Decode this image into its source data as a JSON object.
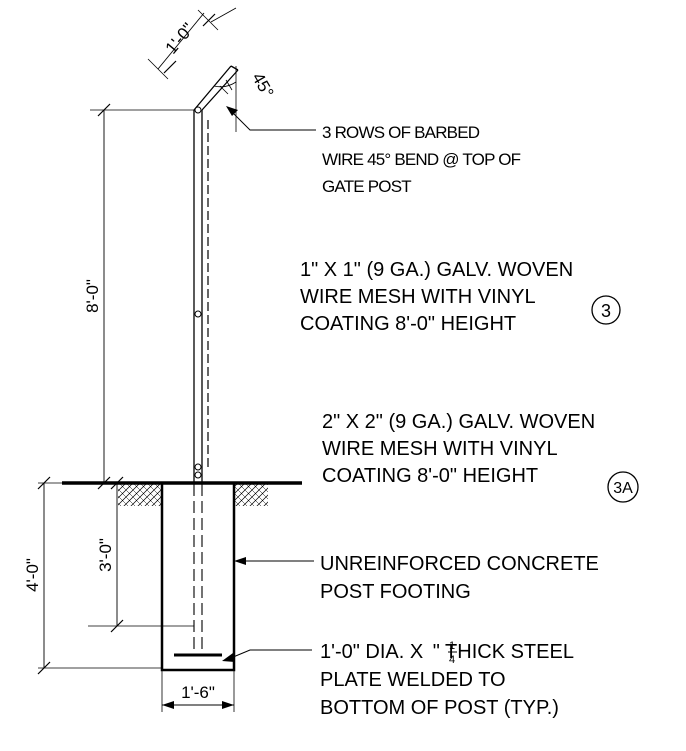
{
  "dimensions": {
    "bend_length": "1'-0\"",
    "bend_angle": "45°",
    "post_height": "8'-0\"",
    "footing_depth": "4'-0\"",
    "post_embed": "3'-0\"",
    "footing_width": "1'-6\""
  },
  "notes": {
    "barbed_wire": [
      "3 ROWS OF  BARBED",
      "WIRE 45° BEND @ TOP OF",
      "GATE POST"
    ],
    "mesh_3": [
      "1\" X 1\" (9 GA.) GALV.  WOVEN",
      "WIRE MESH WITH VINYL",
      "COATING 8'-0\" HEIGHT"
    ],
    "mesh_3_tag": "3",
    "mesh_3a": [
      "2\" X 2\" (9 GA.) GALV.  WOVEN",
      "WIRE MESH WITH VINYL",
      "COATING 8'-0\" HEIGHT"
    ],
    "mesh_3a_tag": "3A",
    "footing": [
      "UNREINFORCED CONCRETE",
      "POST FOOTING"
    ],
    "plate_prefix": "1'-0\" DIA. X ",
    "plate_frac_num": "1",
    "plate_frac_den": "4",
    "plate_suffix": "\" THICK STEEL",
    "plate_lines": [
      "PLATE WELDED TO",
      "BOTTOM OF POST (TYP.)"
    ]
  }
}
